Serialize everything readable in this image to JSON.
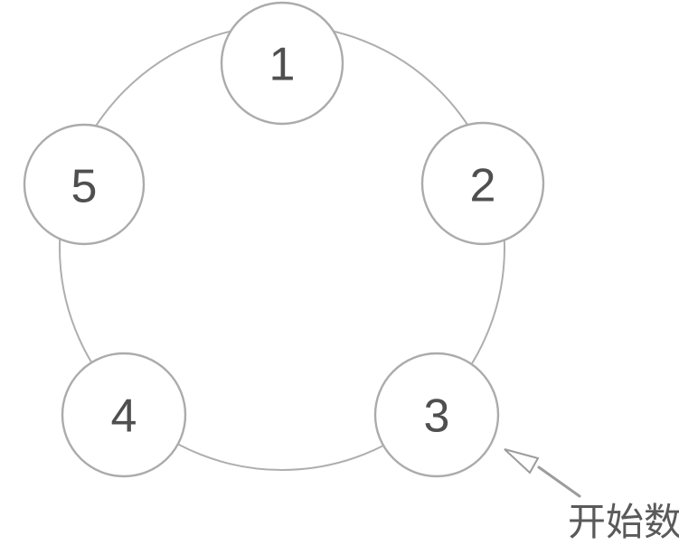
{
  "figure": {
    "nodes": [
      {
        "id": "node-1",
        "label": "1"
      },
      {
        "id": "node-2",
        "label": "2"
      },
      {
        "id": "node-3",
        "label": "3"
      },
      {
        "id": "node-4",
        "label": "4"
      },
      {
        "id": "node-5",
        "label": "5"
      }
    ],
    "annotation": {
      "label": "开始数",
      "points_to_node": "3"
    },
    "colors": {
      "background": "#ffffff",
      "ring_stroke": "#aeaeae",
      "node_fill": "#ffffff",
      "node_stroke": "#ababab",
      "number_text": "#4f4f4f",
      "arrow": "#9c9c9c",
      "arrowhead_fill": "#ffffff",
      "annotation_text": "#5a5a5a"
    }
  }
}
